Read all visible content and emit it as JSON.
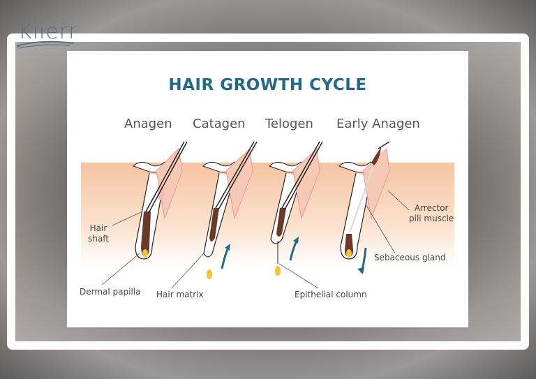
{
  "brand": {
    "logo_text": "Kiierr"
  },
  "diagram": {
    "title": "HAIR GROWTH CYCLE",
    "stages": [
      "Anagen",
      "Catagen",
      "Telogen",
      "Early Anagen"
    ],
    "labels": {
      "hair_shaft": "Hair shaft",
      "hair_shaft_l1": "Hair",
      "hair_shaft_l2": "shaft",
      "dermal_papilla": "Dermal papilla",
      "hair_matrix": "Hair matrix",
      "epithelial_column": "Epithelial column",
      "arrector_l1": "Arrector",
      "arrector_l2": "pili muscle",
      "sebaceous_gland": "Sebaceous gland"
    },
    "colors": {
      "title": "#236a89",
      "arrow": "#236a89",
      "skin": "#f7c9a6",
      "hair_bulb": "#6b3a26",
      "papilla": "#f2c23a",
      "gland": "#f3b7bf"
    }
  }
}
